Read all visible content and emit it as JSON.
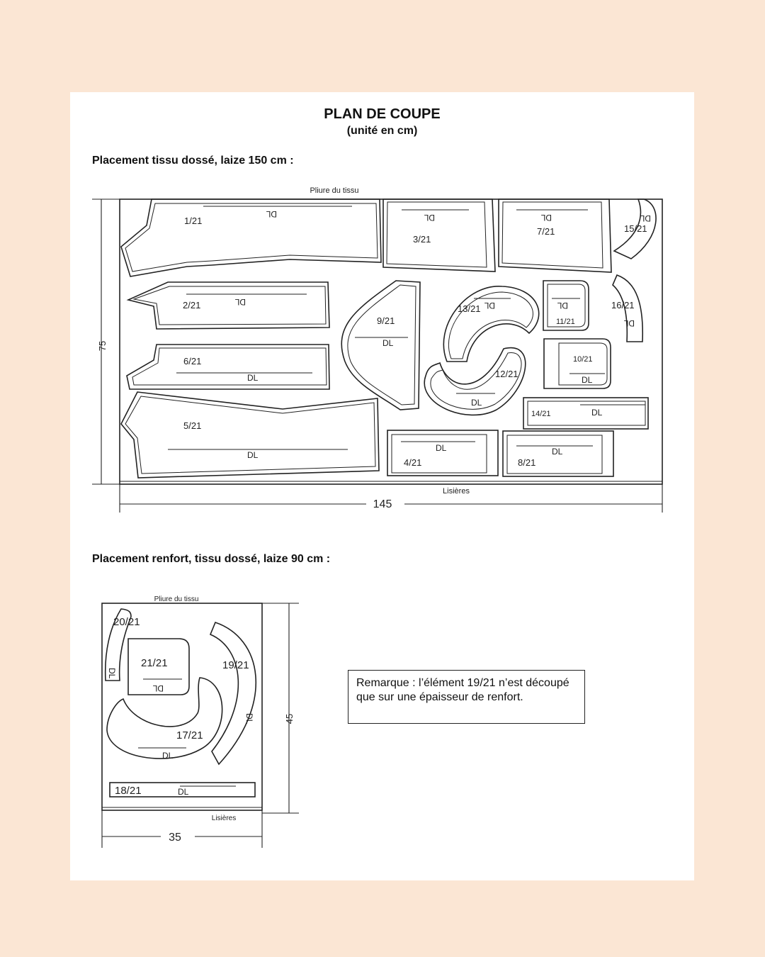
{
  "header": {
    "title": "PLAN DE COUPE",
    "subtitle": "(unité en cm)"
  },
  "section1": {
    "title": "Placement tissu dossé, laize 150 cm :",
    "fold_label": "Pliure du tissu",
    "selvage_label": "Lisières",
    "width_dim": "145",
    "height_dim": "75",
    "grain_mark": "DL",
    "pieces": [
      "1/21",
      "2/21",
      "3/21",
      "4/21",
      "5/21",
      "6/21",
      "7/21",
      "8/21",
      "9/21",
      "10/21",
      "11/21",
      "12/21",
      "13/21",
      "14/21",
      "15/21",
      "16/21"
    ]
  },
  "section2": {
    "title": "Placement renfort, tissu dossé, laize 90 cm :",
    "fold_label": "Pliure du tissu",
    "selvage_label": "Lisières",
    "width_dim": "35",
    "height_dim": "45",
    "pieces": [
      "17/21",
      "18/21",
      "19/21",
      "20/21",
      "21/21"
    ]
  },
  "remark": "Remarque : l’élément 19/21 n’est découpé que sur une épaisseur de renfort."
}
